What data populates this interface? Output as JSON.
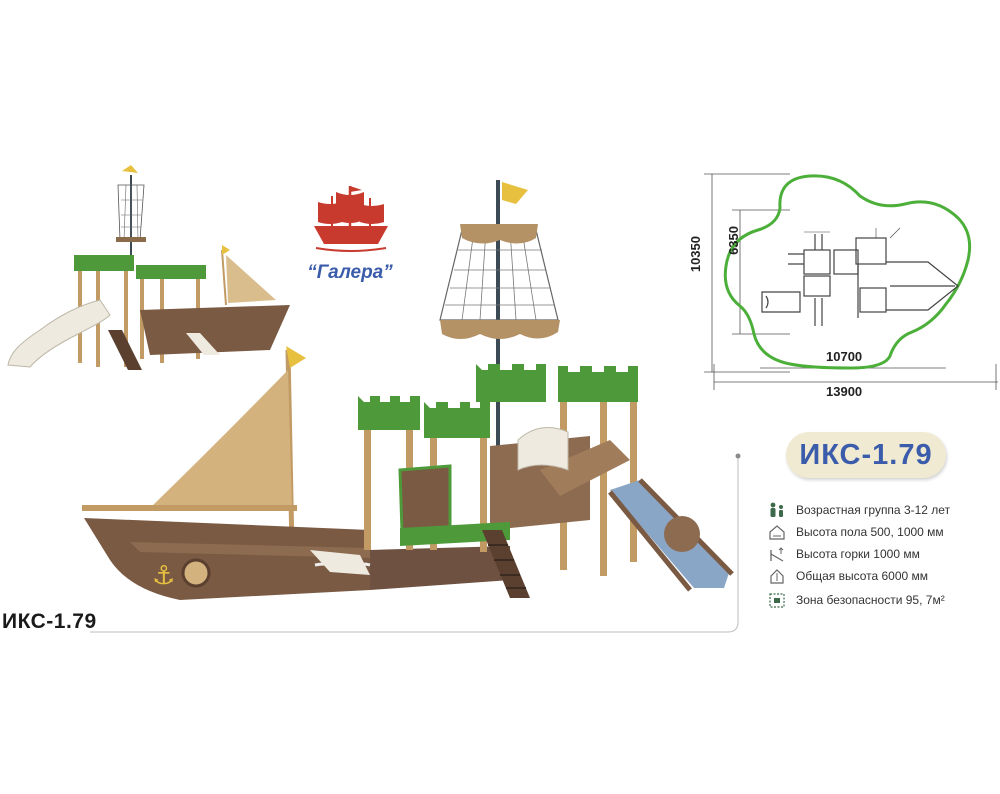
{
  "product": {
    "code": "ИКС-1.79",
    "title": "ИКС-1.79",
    "brand": "“Галера”"
  },
  "specs": [
    {
      "icon": "age-group-icon",
      "text": "Возрастная группа 3-12 лет"
    },
    {
      "icon": "floor-height-icon",
      "text": "Высота пола 500, 1000 мм"
    },
    {
      "icon": "slide-height-icon",
      "text": "Высота горки 1000 мм"
    },
    {
      "icon": "total-height-icon",
      "text": "Общая высота  6000 мм"
    },
    {
      "icon": "safety-zone-icon",
      "text": "Зона безопасности 95, 7м²"
    }
  ],
  "plan": {
    "overall_height": "10350",
    "inner_height": "6350",
    "inner_length": "10700",
    "overall_length": "13900"
  },
  "colors": {
    "brand_blue": "#3b5bab",
    "logo_red": "#c83a2e",
    "safety_zone_green": "#4caf3a",
    "badge_bg": "#f1ead2",
    "hull_brown": "#7a5a43",
    "roof_green": "#4e9a3a",
    "wood": "#c29a64"
  }
}
